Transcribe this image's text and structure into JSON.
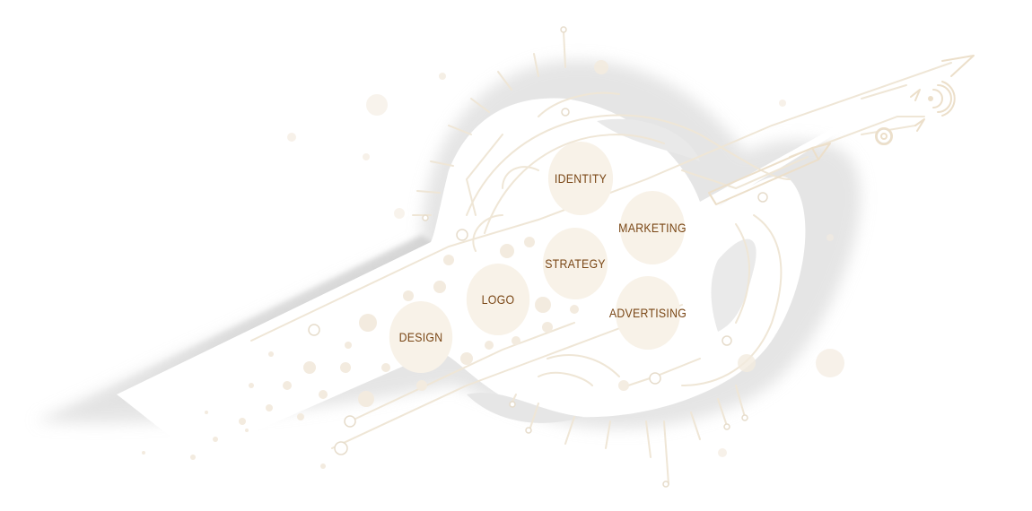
{
  "diagram": {
    "nodes": [
      {
        "id": "design",
        "label": "DESIGN"
      },
      {
        "id": "logo",
        "label": "LOGO"
      },
      {
        "id": "strategy",
        "label": "STRATEGY"
      },
      {
        "id": "identity",
        "label": "IDENTITY"
      },
      {
        "id": "marketing",
        "label": "MARKETING"
      },
      {
        "id": "advertising",
        "label": "ADVERTISING"
      }
    ]
  },
  "colors": {
    "label_text": "#7a4716",
    "node_fill": "#f8f2e8",
    "line": "#efe6d6",
    "shadow": "#d4d4d4"
  },
  "icons": [
    "arrow-icon",
    "pencil-icon",
    "target-icon",
    "wifi-signal-icon"
  ]
}
